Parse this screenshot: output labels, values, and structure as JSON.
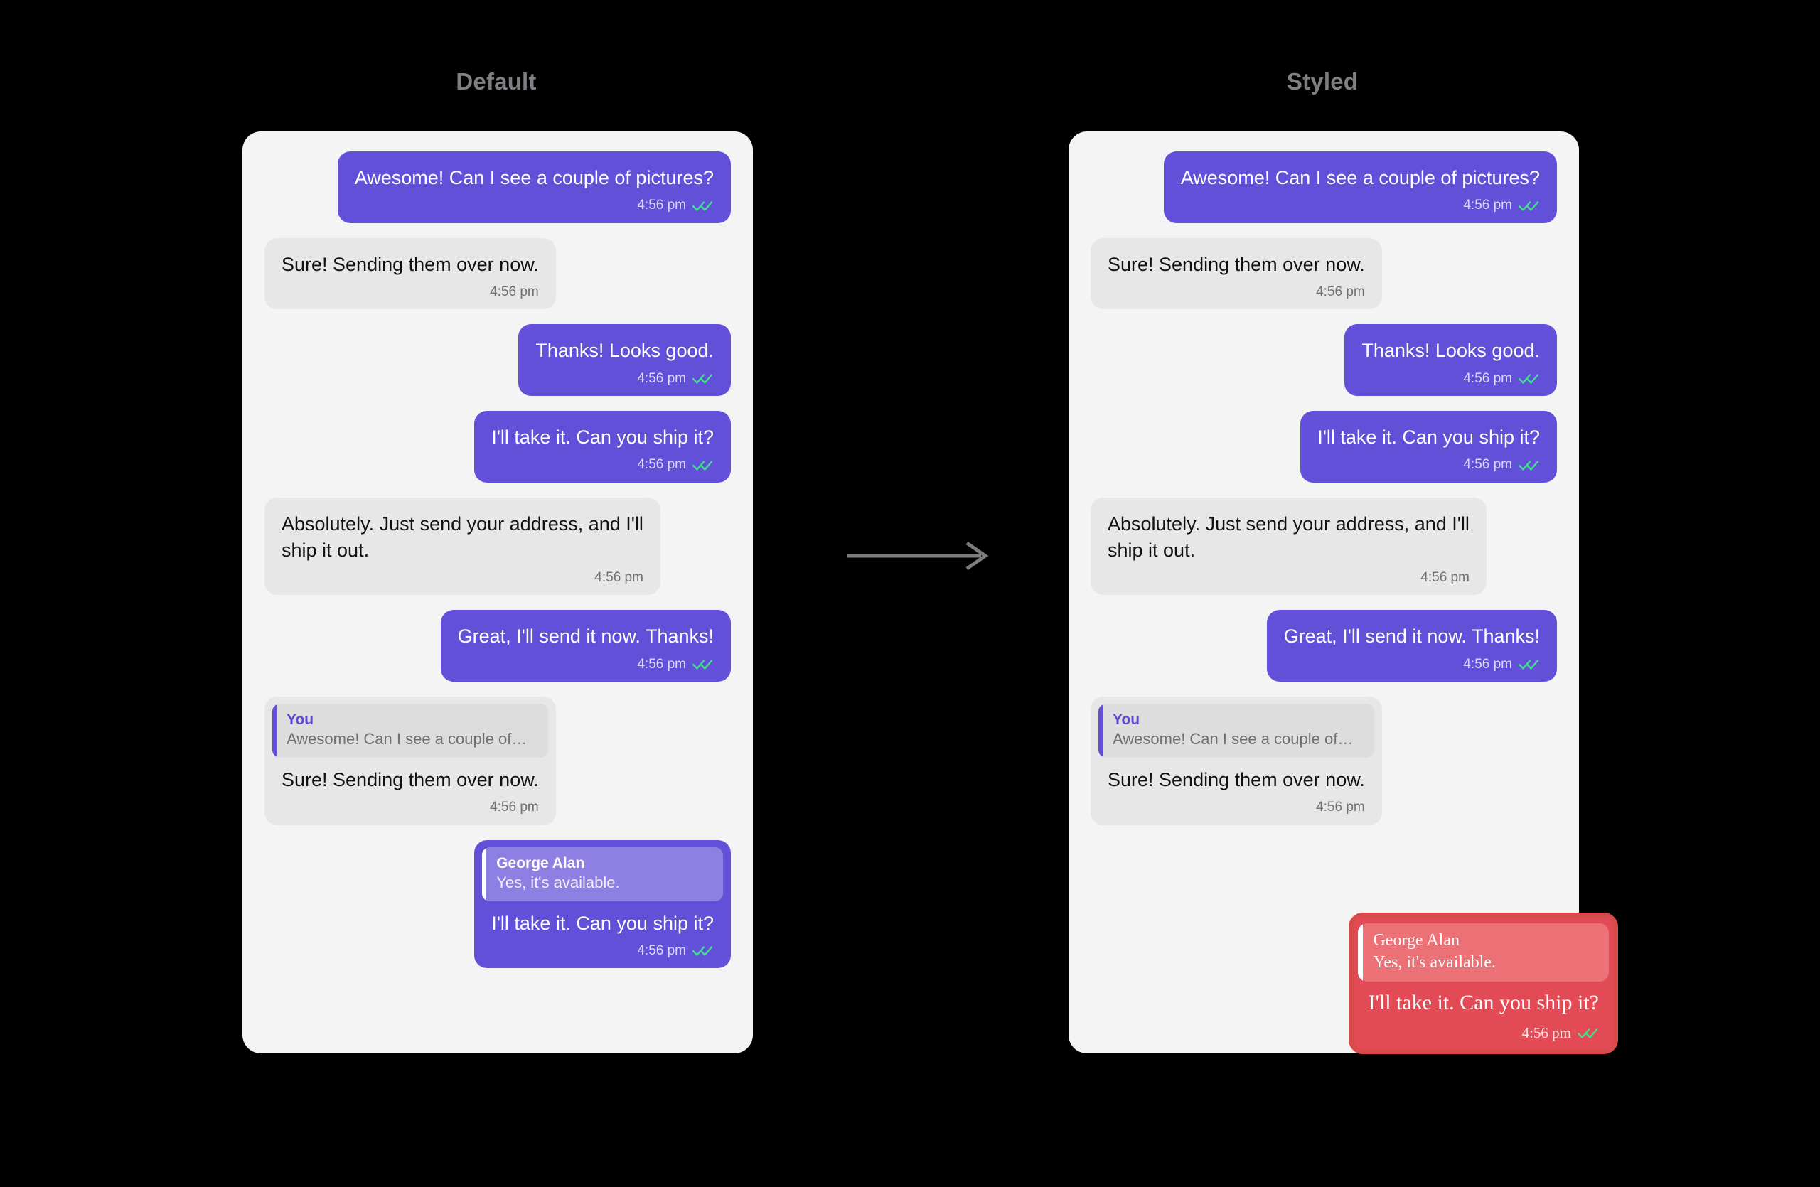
{
  "columns": [
    {
      "title": "Default",
      "variant": "default"
    },
    {
      "title": "Styled",
      "variant": "styled"
    }
  ],
  "colors": {
    "page_background": "#000000",
    "panel_background": "#F4F4F5",
    "sent_bubble": "#6250D8",
    "received_bubble": "#E7E7E8",
    "styled_bubble_fill": "#E24B55",
    "styled_bubble_border": "#D94A4A",
    "styled_quote_fill": "#EC7176",
    "read_tick_green": "#43DE8D",
    "heading_text": "#807F83",
    "arrow": "#7C7C7C"
  },
  "icons": {
    "double_check": "double-check-icon",
    "arrow_right": "arrow-right-icon"
  },
  "messages": [
    {
      "id": "m1",
      "direction": "out",
      "text": "Awesome! Can I see a couple of pictures?",
      "time": "4:56 pm",
      "read": true
    },
    {
      "id": "m2",
      "direction": "in",
      "text": "Sure! Sending them over now.",
      "time": "4:56 pm",
      "read": false
    },
    {
      "id": "m3",
      "direction": "out",
      "text": "Thanks! Looks good.",
      "time": "4:56 pm",
      "read": true
    },
    {
      "id": "m4",
      "direction": "out",
      "text": "I'll take it. Can you ship it?",
      "time": "4:56 pm",
      "read": true
    },
    {
      "id": "m5",
      "direction": "in",
      "text": "Absolutely. Just send your address, and I'll\nship it out.",
      "time": "4:56 pm",
      "read": false
    },
    {
      "id": "m6",
      "direction": "out",
      "text": "Great, I'll send it now. Thanks!",
      "time": "4:56 pm",
      "read": true
    },
    {
      "id": "m7",
      "direction": "in",
      "quote": {
        "author": "You",
        "text": "Awesome! Can I see a couple of…"
      },
      "text": "Sure! Sending them over now.",
      "time": "4:56 pm",
      "read": false
    },
    {
      "id": "m8",
      "direction": "out",
      "quote": {
        "author": "George Alan",
        "text": "Yes, it's available."
      },
      "text": "I'll take it. Can you ship it?",
      "time": "4:56 pm",
      "read": true,
      "styled_target": true
    }
  ]
}
